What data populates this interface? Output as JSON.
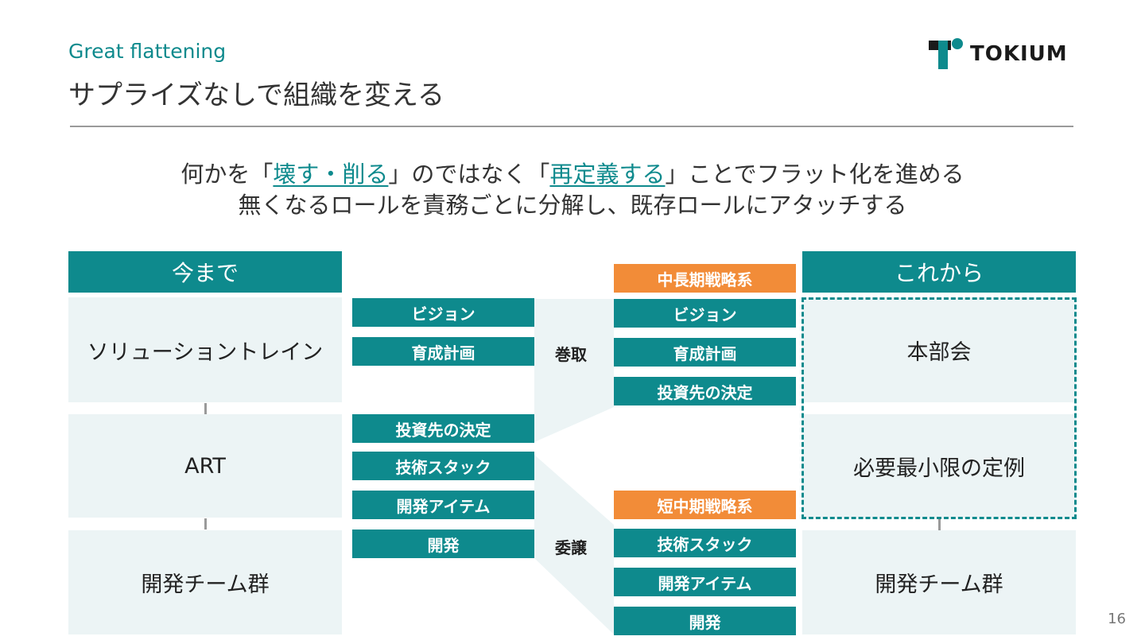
{
  "header": {
    "eyebrow": "Great flattening",
    "title": "サプライズなしで組織を変える",
    "logo_text": "TOKIUM"
  },
  "lead": {
    "line1_a": "何かを「",
    "line1_link1": "壊す・削る",
    "line1_b": "」のではなく「",
    "line1_link2": "再定義する",
    "line1_c": "」ことでフラット化を進める",
    "line2": "無くなるロールを責務ごとに分解し、既存ロールにアタッチする"
  },
  "before": {
    "header": "今まで",
    "panels": [
      "ソリューショントレイン",
      "ART",
      "開発チーム群"
    ]
  },
  "after": {
    "header": "これから",
    "panels": [
      "本部会",
      "必要最小限の定例",
      "開発チーム群"
    ]
  },
  "middle": {
    "left_tags": [
      "ビジョン",
      "育成計画",
      "投資先の決定",
      "技術スタック",
      "開発アイテム",
      "開発"
    ],
    "verb_top": "巻取",
    "verb_bottom": "委譲",
    "group_top_label": "中長期戦略系",
    "group_top_tags": [
      "ビジョン",
      "育成計画",
      "投資先の決定"
    ],
    "group_bottom_label": "短中期戦略系",
    "group_bottom_tags": [
      "技術スタック",
      "開発アイテム",
      "開発"
    ]
  },
  "colors": {
    "teal": "#0e8a8d",
    "orange": "#f28c38",
    "panel_bg": "#ecf4f5"
  },
  "page_number": "16"
}
